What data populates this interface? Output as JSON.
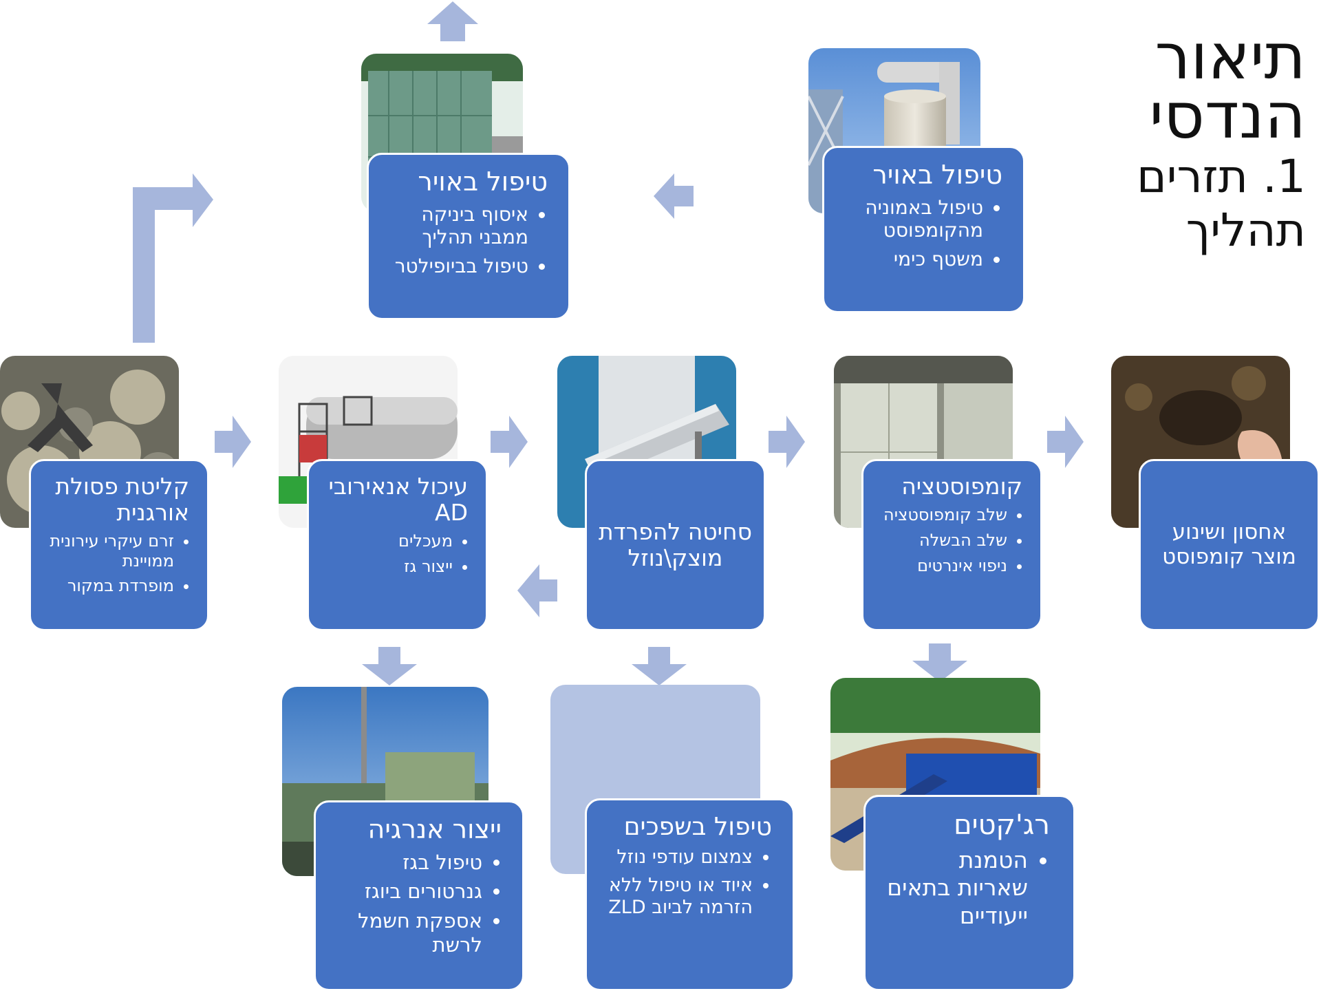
{
  "title": {
    "line1": "תיאור",
    "line2": "הנדסי",
    "line3": "1. תזרים",
    "line4": "תהליך"
  },
  "air_right": {
    "title": "טיפול באויר",
    "items": [
      "טיפול באמוניה מהקומפוסט",
      "משטף כימי"
    ]
  },
  "air_left": {
    "title": "טיפול באויר",
    "items": [
      "איסוף ביניקה ממבני תהליך",
      "טיפול בביופילטר"
    ]
  },
  "reception": {
    "title": "קליטת פסולת אורגנית",
    "items": [
      "זרם עיקרי עירונית ממויינת",
      "מופרדת במקור"
    ]
  },
  "ad": {
    "title": "עיכול אנאירובי AD",
    "items": [
      "מעכלים",
      "ייצור גז"
    ]
  },
  "squeeze": {
    "title": "סחיטה להפרדת מוצק\\נוזל"
  },
  "compost": {
    "title": "קומפוסטציה",
    "items": [
      "שלב קומפוסטציה",
      "שלב הבשלה",
      "ניפוי אינרטים"
    ]
  },
  "storage": {
    "title": "אחסון ושינוע מוצר קומפוסט"
  },
  "energy": {
    "title": "ייצור אנרגיה",
    "items": [
      "טיפול בגז",
      "גנרטורים ביוגז",
      "אספקת חשמל לרשת"
    ]
  },
  "wastewater": {
    "title": "טיפול בשפכים",
    "items": [
      "צמצום עודפי נוזל",
      "איוד או טיפול ללא הזרמה לביוב ZLD"
    ]
  },
  "rejects": {
    "title": "רג'קטים",
    "items": [
      "הטמנת שאריות בתאים ייעודיים"
    ]
  },
  "colors": {
    "box": "#4472c4",
    "arrow": "#a6b6dc",
    "ghost": "#b4c3e3"
  }
}
